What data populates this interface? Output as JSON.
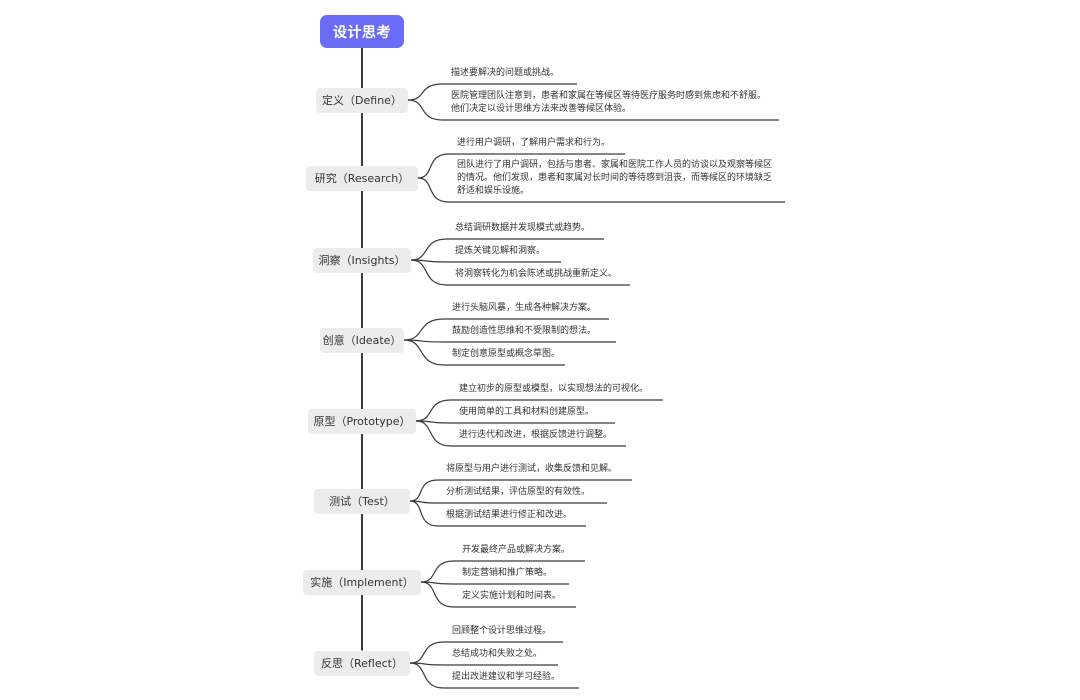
{
  "root": {
    "title": "设计思考"
  },
  "stages": [
    {
      "label": "定义（Define）",
      "items": [
        {
          "lines": [
            "描述要解决的问题或挑战。"
          ]
        },
        {
          "lines": [
            "医院管理团队注意到，患者和家属在等候区等待医疗服务时感到焦虑和不舒服。",
            "他们决定以设计思维方法来改善等候区体验。"
          ]
        }
      ]
    },
    {
      "label": "研究（Research）",
      "items": [
        {
          "lines": [
            "进行用户调研，了解用户需求和行为。"
          ]
        },
        {
          "lines": [
            "团队进行了用户调研，包括与患者、家属和医院工作人员的访谈以及观察等候区",
            "的情况。他们发现，患者和家属对长时间的等待感到沮丧，而等候区的环境缺乏",
            "舒适和娱乐设施。"
          ]
        }
      ]
    },
    {
      "label": "洞察（Insights）",
      "items": [
        {
          "lines": [
            "总结调研数据并发现模式或趋势。"
          ]
        },
        {
          "lines": [
            "提炼关键见解和洞察。"
          ]
        },
        {
          "lines": [
            "将洞察转化为机会陈述或挑战重新定义。"
          ]
        }
      ]
    },
    {
      "label": "创意（Ideate）",
      "items": [
        {
          "lines": [
            "进行头脑风暴，生成各种解决方案。"
          ]
        },
        {
          "lines": [
            "鼓励创造性思维和不受限制的想法。"
          ]
        },
        {
          "lines": [
            "制定创意原型或概念草图。"
          ]
        }
      ]
    },
    {
      "label": "原型（Prototype）",
      "items": [
        {
          "lines": [
            "建立初步的原型或模型，以实现想法的可视化。"
          ]
        },
        {
          "lines": [
            "使用简单的工具和材料创建原型。"
          ]
        },
        {
          "lines": [
            "进行迭代和改进，根据反馈进行调整。"
          ]
        }
      ]
    },
    {
      "label": "测试（Test）",
      "items": [
        {
          "lines": [
            "将原型与用户进行测试，收集反馈和见解。"
          ]
        },
        {
          "lines": [
            "分析测试结果，评估原型的有效性。"
          ]
        },
        {
          "lines": [
            "根据测试结果进行修正和改进。"
          ]
        }
      ]
    },
    {
      "label": "实施（Implement）",
      "items": [
        {
          "lines": [
            "开发最终产品或解决方案。"
          ]
        },
        {
          "lines": [
            "制定营销和推广策略。"
          ]
        },
        {
          "lines": [
            "定义实施计划和时间表。"
          ]
        }
      ]
    },
    {
      "label": "反思（Reflect）",
      "items": [
        {
          "lines": [
            "回顾整个设计思维过程。"
          ]
        },
        {
          "lines": [
            "总结成功和失败之处。"
          ]
        },
        {
          "lines": [
            "提出改进建议和学习经验。"
          ]
        }
      ]
    }
  ],
  "colors": {
    "root_bg": "#6a6cf6",
    "stage_bg": "#ececec",
    "line": "#3a3a3a"
  }
}
